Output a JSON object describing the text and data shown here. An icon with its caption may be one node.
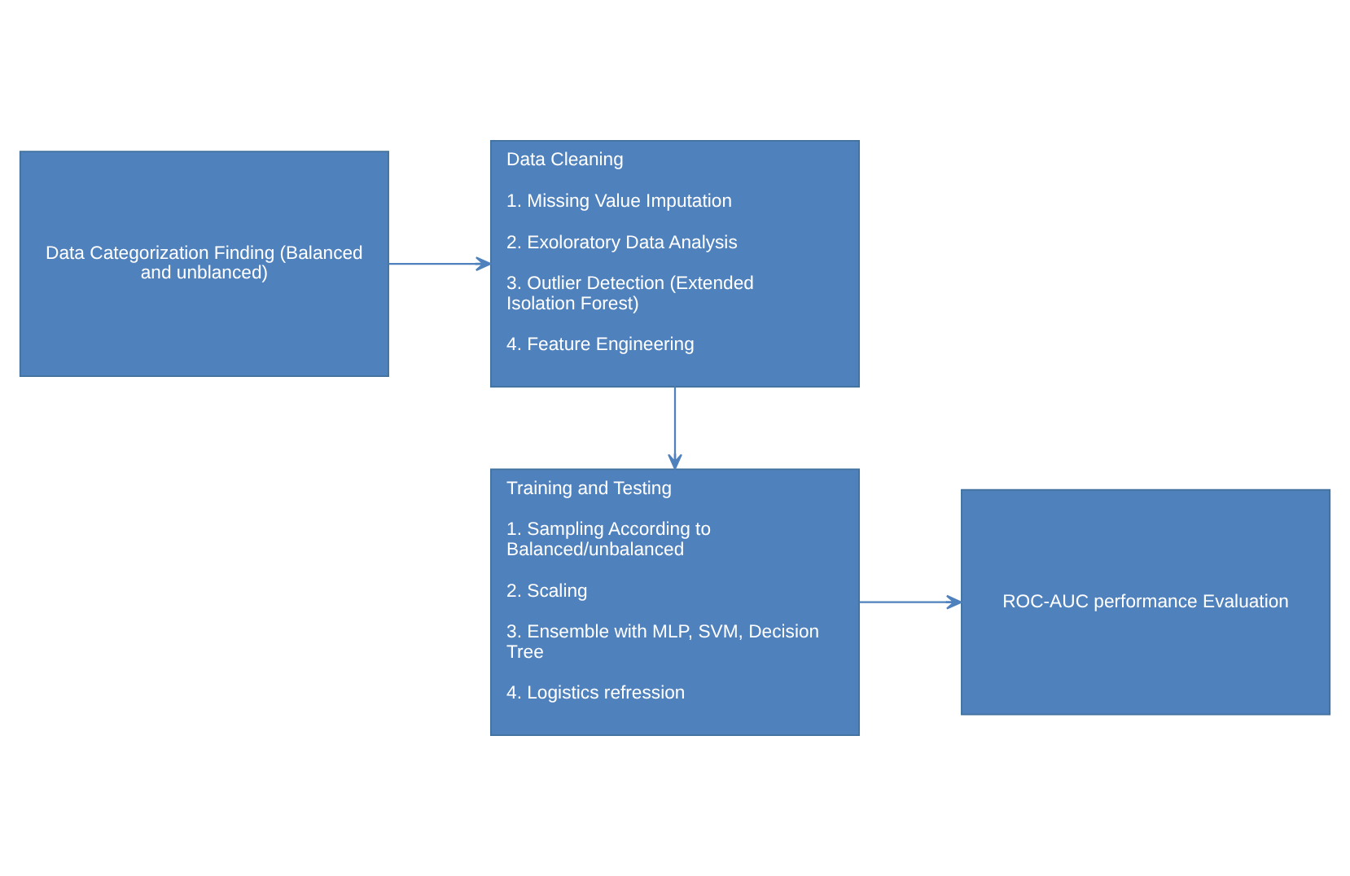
{
  "diagram": {
    "nodes": [
      {
        "text": [
          "Data Categorization Finding (Balanced and unblanced)"
        ]
      },
      {
        "text": [
          "Data Cleaning",
          "1. Missing Value Imputation",
          "2. Exoloratory Data Analysis",
          "3. Outlier Detection (Extended Isolation Forest)",
          "4. Feature Engineering"
        ]
      },
      {
        "text": [
          "Training and Testing",
          "1. Sampling According to Balanced/unbalanced",
          "2. Scaling",
          "3. Ensemble with MLP, SVM, Decision Tree",
          "4. Logistics refression"
        ]
      },
      {
        "text": [
          "ROC-AUC performance Evaluation"
        ]
      }
    ],
    "edges": [
      {
        "from": 0,
        "to": 1,
        "arrow": "to"
      },
      {
        "from": 1,
        "to": 2,
        "arrow": "to"
      },
      {
        "from": 2,
        "to": 3,
        "arrow": "to"
      }
    ]
  }
}
